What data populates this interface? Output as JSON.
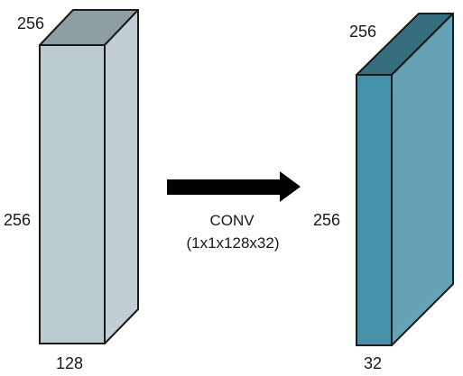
{
  "input_block": {
    "depth_label": "256",
    "height_label": "256",
    "width_label": "128",
    "colors": {
      "front": "#bccbd0",
      "side": "#c2ced2",
      "top": "#8f9ea3",
      "edge": "#1a1a1a"
    }
  },
  "operation": {
    "name": "CONV",
    "params": "(1x1x128x32)",
    "arrow_color": "#000000"
  },
  "output_block": {
    "depth_label": "256",
    "height_label": "256",
    "width_label": "32",
    "colors": {
      "front": "#4592a8",
      "side": "#65a2b5",
      "top": "#356e7e",
      "edge": "#1a1a1a"
    }
  }
}
